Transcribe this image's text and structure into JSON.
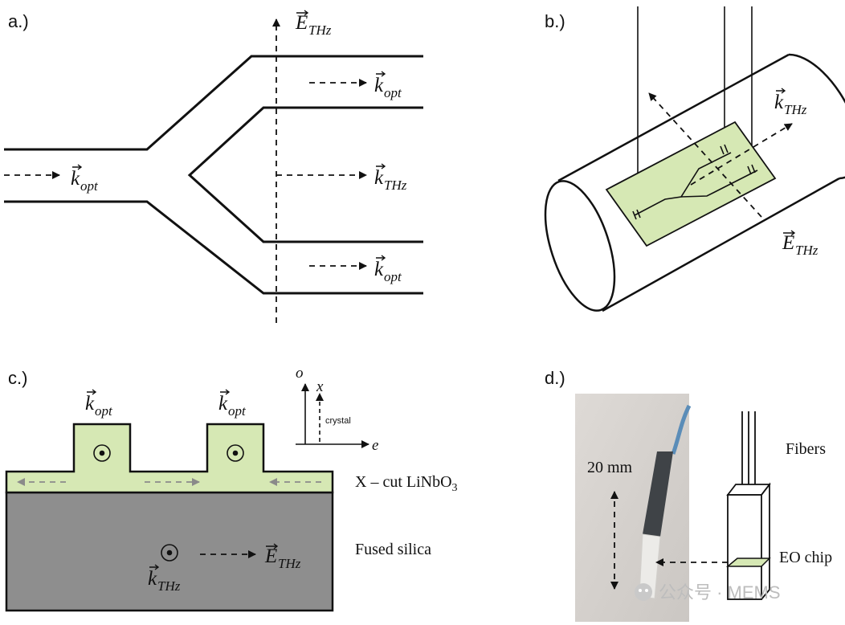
{
  "panels": {
    "a": {
      "label": "a.)",
      "e_field": {
        "main": "E",
        "sub": "THz"
      },
      "k_input": {
        "main": "k",
        "sub": "opt"
      },
      "k_top": {
        "main": "k",
        "sub": "opt"
      },
      "k_middle": {
        "main": "k",
        "sub": "THz"
      },
      "k_bottom": {
        "main": "k",
        "sub": "opt"
      }
    },
    "b": {
      "label": "b.)",
      "k_thz": {
        "main": "k",
        "sub": "THz"
      },
      "e_thz": {
        "main": "E",
        "sub": "THz"
      }
    },
    "c": {
      "label": "c.)",
      "k_opt_left": {
        "main": "k",
        "sub": "opt"
      },
      "k_opt_right": {
        "main": "k",
        "sub": "opt"
      },
      "axis_o": "o",
      "axis_x": "x",
      "axis_crystal": "crystal",
      "axis_e": "e",
      "substrate_top": {
        "text": "X – cut LiNbO",
        "sub": "3"
      },
      "substrate_bottom": "Fused silica",
      "e_thz": {
        "main": "E",
        "sub": "THz"
      },
      "k_thz": {
        "main": "k",
        "sub": "THz"
      },
      "colors": {
        "linbo3": "#d6e8b4",
        "silica": "#8e8e8e"
      }
    },
    "d": {
      "label": "d.)",
      "scale": "20 mm",
      "fibers_label": "Fibers",
      "chip_label": "EO chip"
    }
  },
  "watermark": "公众号 · MEMS"
}
